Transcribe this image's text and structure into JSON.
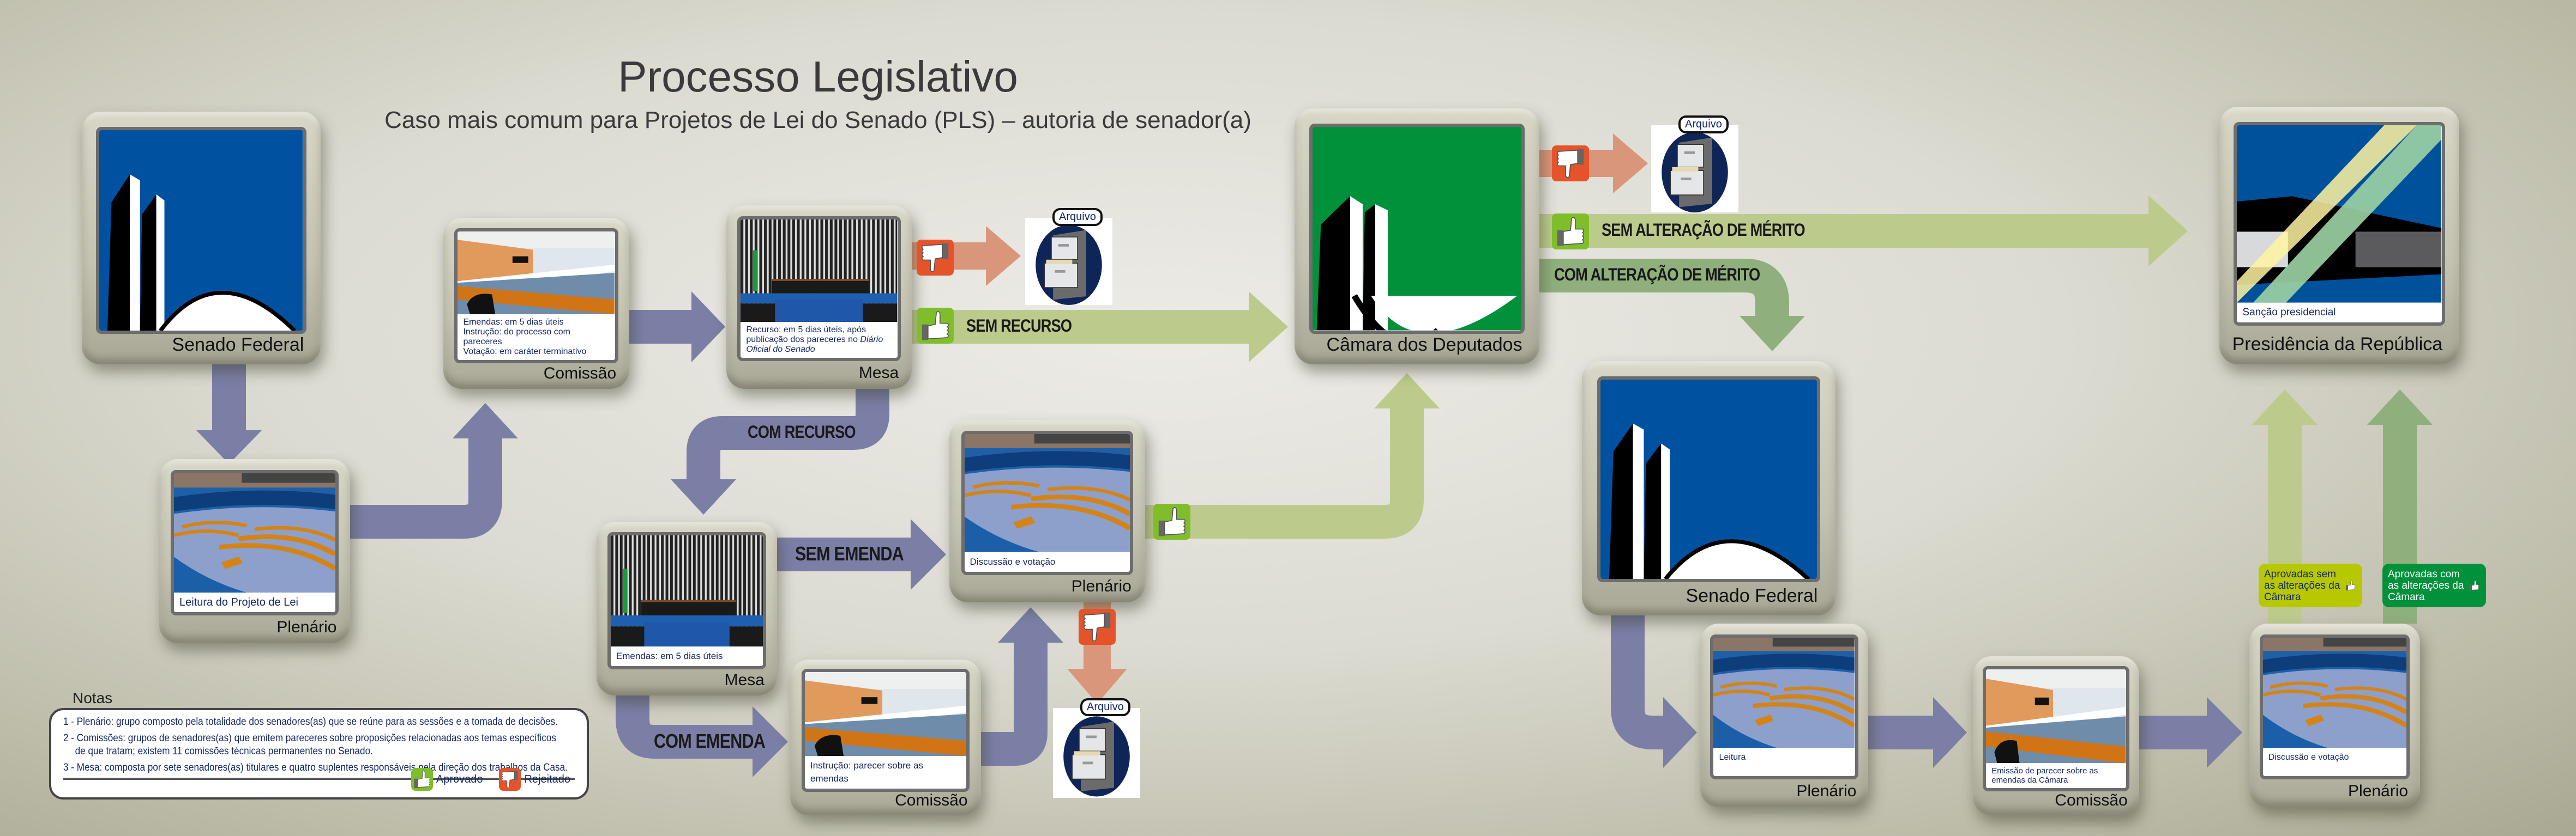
{
  "header": {
    "title": "Processo Legislativo",
    "subtitle": "Caso mais comum para Projetos de Lei do Senado (PLS) – autoria de senador(a)"
  },
  "cards": [
    {
      "name": "Senado Federal",
      "caption": ""
    },
    {
      "name": "Plenário",
      "caption": "Leitura do Projeto de Lei"
    },
    {
      "name": "Comissão",
      "caption_lines": [
        "Emendas: em 5 dias úteis",
        "Instrução: do processo com pareceres",
        "Votação: em caráter terminativo"
      ]
    },
    {
      "name": "Mesa",
      "caption": "Recurso: em 5 dias úteis, após publicação dos pareceres no ",
      "caption_italic": "Diário Oficial do Senado"
    },
    {
      "name": "Câmara dos Deputados",
      "caption": ""
    },
    {
      "name": "Mesa",
      "caption": "Emendas: em 5 dias úteis"
    },
    {
      "name": "Plenário",
      "caption": "Discussão e votação"
    },
    {
      "name": "Comissão",
      "caption": "Instrução: parecer sobre as emendas"
    },
    {
      "name": "Senado Federal",
      "caption": ""
    },
    {
      "name": "Plenário",
      "caption": "Leitura"
    },
    {
      "name": "Comissão",
      "caption": "Emissão de parecer sobre as emendas da Câmara"
    },
    {
      "name": "Plenário",
      "caption": "Discussão e votação"
    },
    {
      "name": "Presidência da República",
      "caption": "Sanção presidencial"
    }
  ],
  "flow_labels": {
    "sem_recurso": "SEM RECURSO",
    "com_recurso": "COM RECURSO",
    "sem_emenda": "SEM EMENDA",
    "com_emenda": "COM EMENDA",
    "sem_alteracao": "SEM ALTERAÇÃO DE MÉRITO",
    "com_alteracao": "COM ALTERAÇÃO DE MÉRITO"
  },
  "archive_label": "Arquivo",
  "badges": {
    "sem": "Aprovadas sem as alterações da Câmara",
    "com": "Aprovadas com as alterações da Câmara"
  },
  "notes": {
    "title": "Notas",
    "items": [
      "1 - Plenário: grupo composto pela totalidade dos senadores(as) que se reúne para as sessões e a tomada de decisões.",
      "2 - Comissões: grupos de senadores(as) que emitem pareceres sobre proposições relacionadas aos temas específicos",
      "de que tratam; existem 11 comissões técnicas permanentes no Senado.",
      "3 - Mesa: composta por sete senadores(as) titulares e quatro suplentes responsáveis pela direção dos trabalhos da Casa."
    ]
  },
  "legend": {
    "approved": "Aprovado",
    "rejected": "Rejeitado"
  },
  "colors": {
    "flow": "#7b7fa6",
    "approved_light": "#bccb8c",
    "approved_dark": "#8fb07c",
    "rejected": "#d9967a",
    "approve_icon": "#7fbd2b",
    "reject_icon": "#e5532a"
  }
}
